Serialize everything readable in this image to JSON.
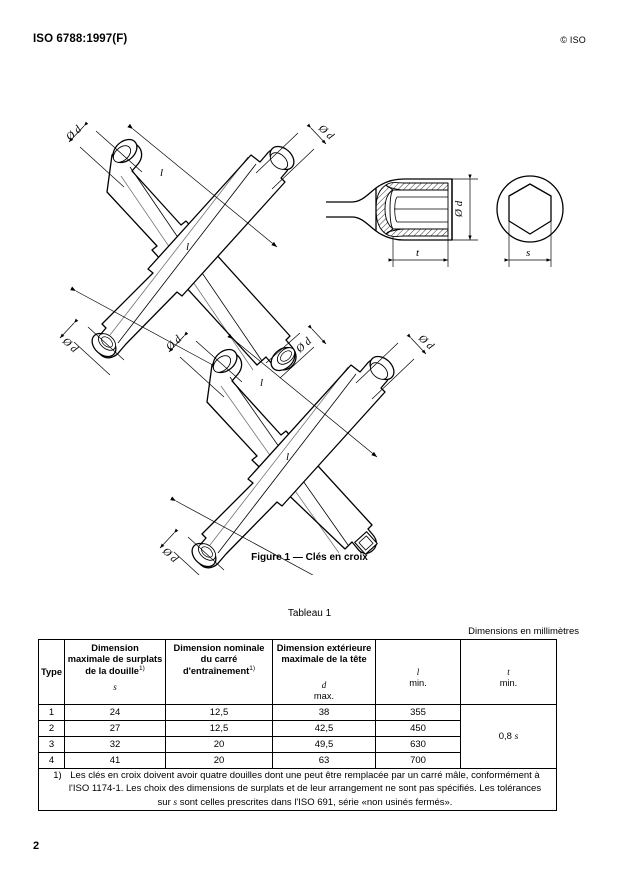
{
  "header": {
    "doc_ref": "ISO 6788:1997(F)",
    "copyright": "© ISO"
  },
  "figure": {
    "caption": "Figure 1 — Clés en croix",
    "labels": {
      "diameter": "Ø d",
      "length": "l",
      "depth": "t",
      "across_flats": "s"
    }
  },
  "table": {
    "title": "Tableau 1",
    "units_note": "Dimensions en millimètres",
    "headers": {
      "type": "Type",
      "s_line1": "Dimension",
      "s_line2": "maximale de surplats",
      "s_line3": "de la douille",
      "s_footnote": "1)",
      "s_symbol": "s",
      "drive_line1": "Dimension nominale",
      "drive_line2": "du carré",
      "drive_line3": "d'entraînement",
      "drive_footnote": "1)",
      "d_line1": "Dimension extérieure",
      "d_line2": "maximale de la tête",
      "d_symbol": "d",
      "d_sub": "max.",
      "l_symbol": "l",
      "l_sub": "min.",
      "t_symbol": "t",
      "t_sub": "min."
    },
    "rows": [
      {
        "type": "1",
        "s": "24",
        "drive": "12,5",
        "d": "38",
        "l": "355"
      },
      {
        "type": "2",
        "s": "27",
        "drive": "12,5",
        "d": "42,5",
        "l": "450"
      },
      {
        "type": "3",
        "s": "32",
        "drive": "20",
        "d": "49,5",
        "l": "630"
      },
      {
        "type": "4",
        "s": "41",
        "drive": "20",
        "d": "63",
        "l": "700"
      }
    ],
    "t_value_prefix": "0,8 ",
    "t_value_symbol": "s",
    "footnote": {
      "marker": "1)",
      "text": "Les clés en croix doivent avoir quatre douilles dont une peut être remplacée par un carré mâle, conformément à l'ISO 1174-1. Les choix des dimensions de surplats et de leur arrangement ne sont pas spécifiés. Les tolérances sur s sont celles prescrites dans l'ISO 691, série «non usinés fermés»."
    }
  },
  "footer": {
    "page_number": "2"
  }
}
